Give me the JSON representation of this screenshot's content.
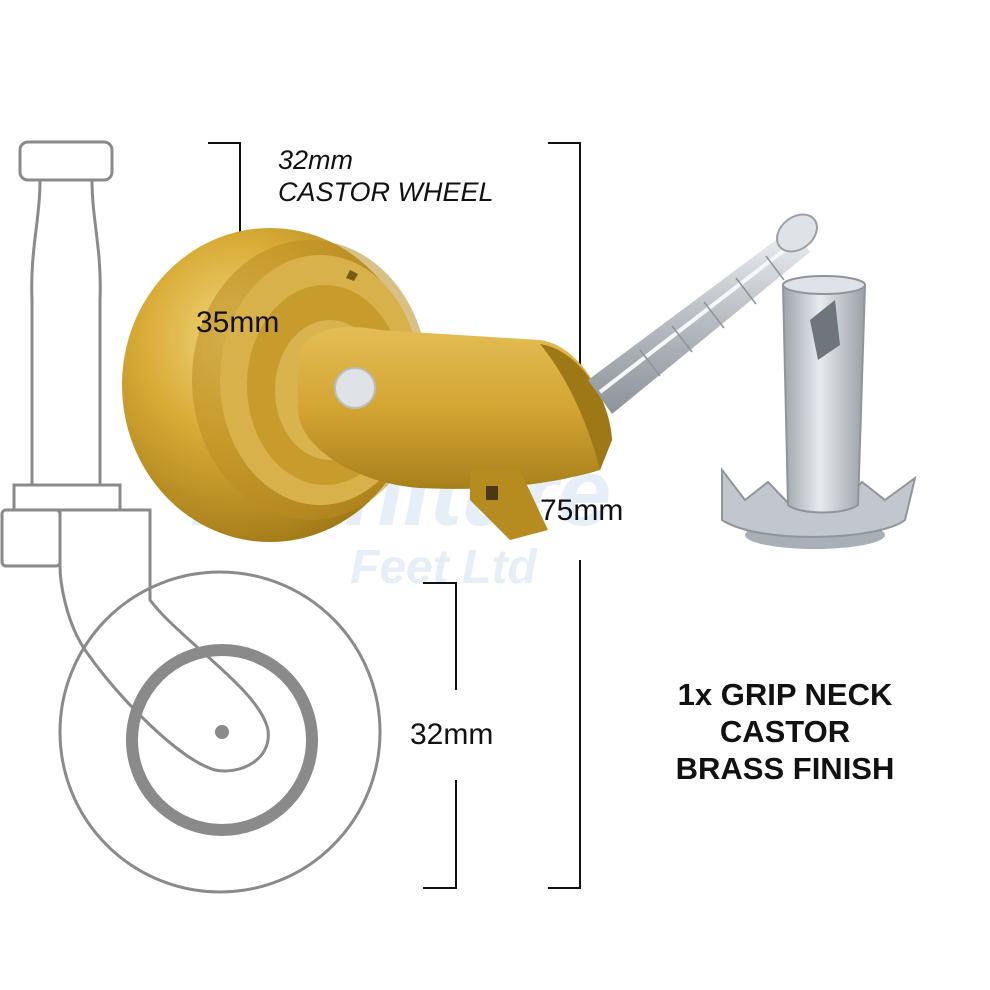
{
  "labels": {
    "wheel_size_1": "32mm",
    "wheel_size_2": "CASTOR WHEEL",
    "upper_height": "35mm",
    "total_height": "75mm",
    "wheel_diameter": "32mm"
  },
  "description": {
    "line1": "1x GRIP NECK",
    "line2": "CASTOR",
    "line3": "BRASS FINISH"
  },
  "watermark": {
    "line1": "Furniture",
    "line2": "Feet Ltd"
  },
  "colors": {
    "brass": "#d4a52c",
    "brass_dark": "#9c7414",
    "zinc": "#c9cdd2",
    "outline": "#808080",
    "text": "#111111"
  }
}
